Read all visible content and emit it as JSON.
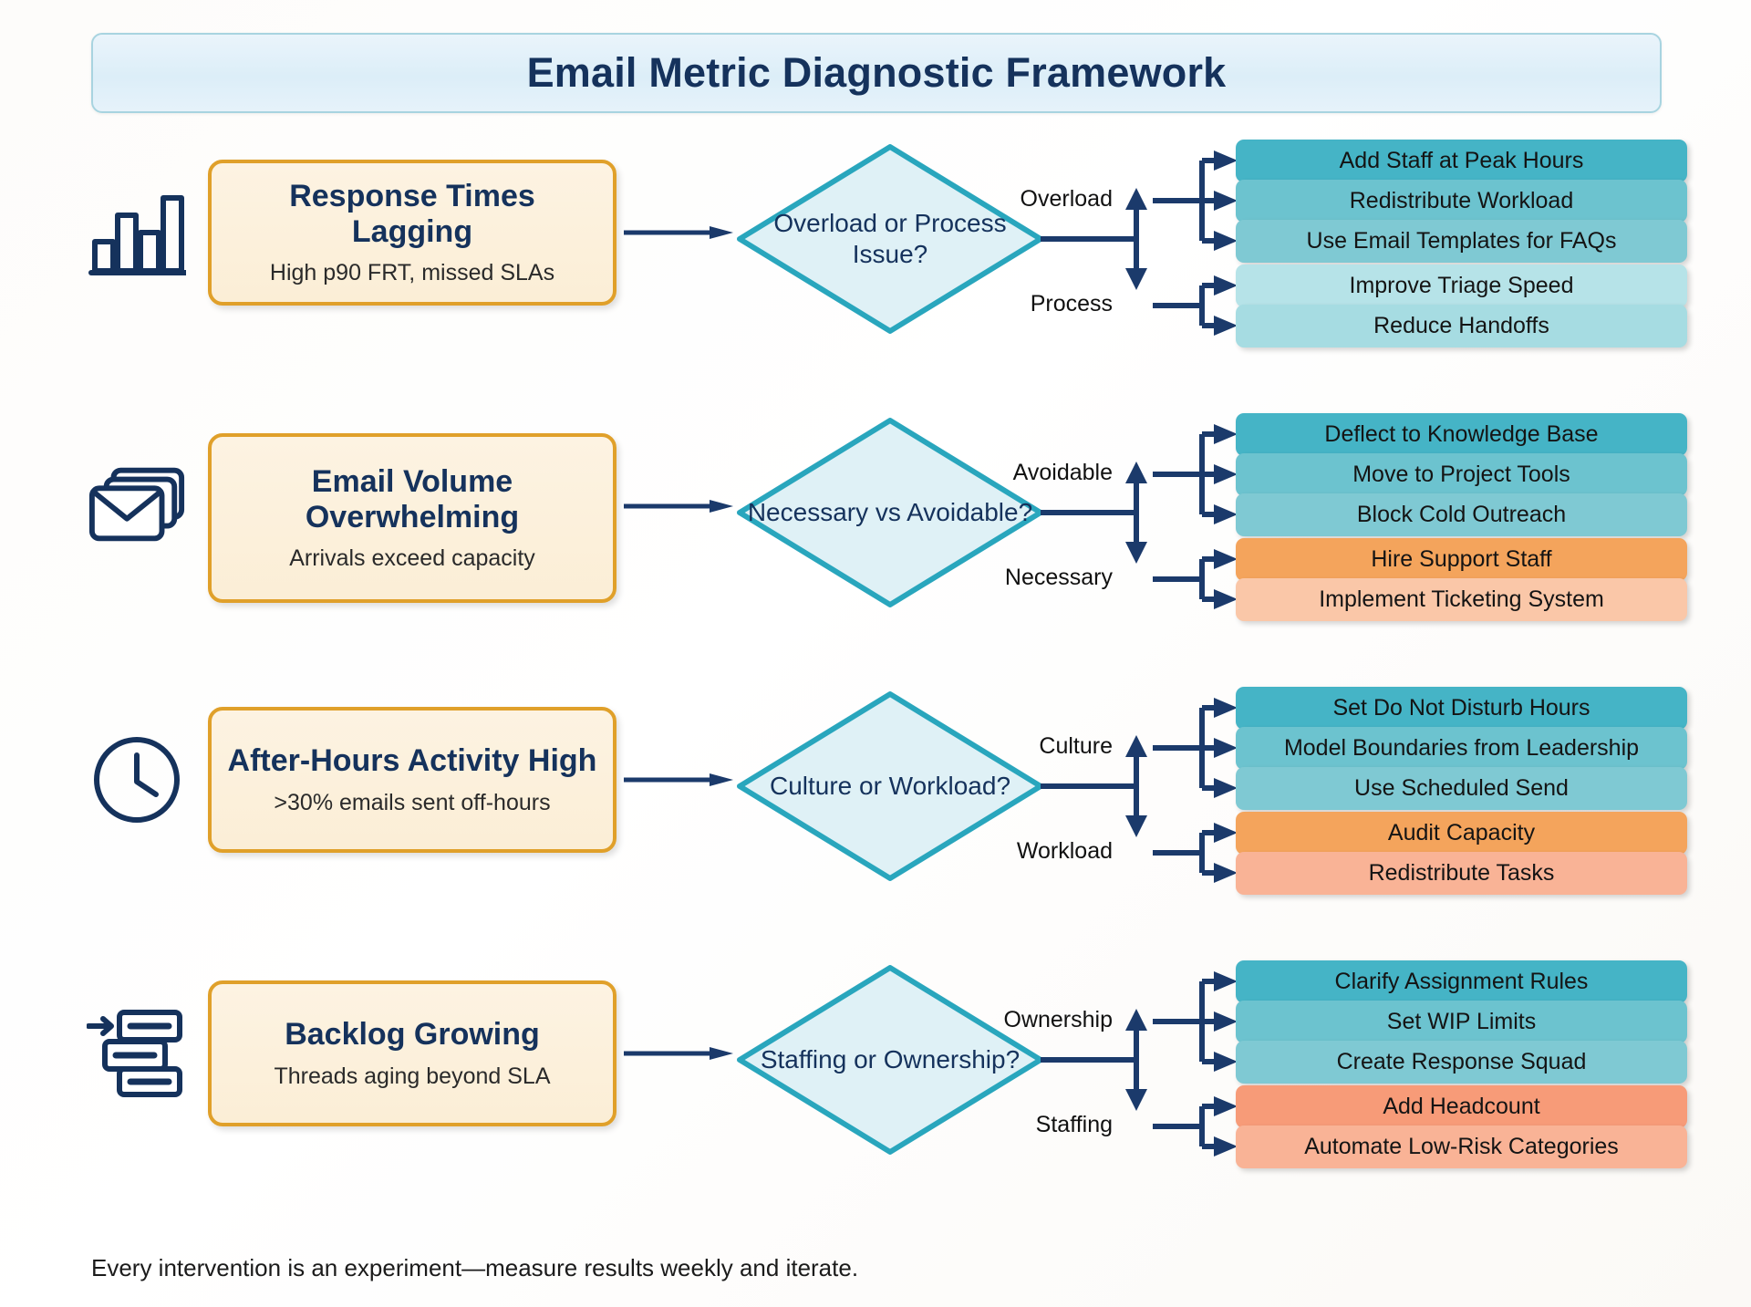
{
  "title": "Email Metric Diagnostic Framework",
  "footer": "Every intervention is an experiment—measure results weekly and iterate.",
  "colors": {
    "title_text": "#15325c",
    "title_banner_bg": "#e6f2fa",
    "title_banner_border": "#a8d4e0",
    "card_border": "#e0a02a",
    "card_bg": "#fbeed6",
    "card_title_text": "#15325c",
    "diamond_fill": "#dff1f6",
    "diamond_stroke": "#29a6bd",
    "arrow": "#1b3a6b",
    "teal_dark": "#45b4c6",
    "teal_mid": "#6cc3cf",
    "teal_light": "#a6dce2",
    "teal_lighter": "#b6e3e8",
    "orange": "#f4a45c",
    "orange_light": "#fac7a8",
    "salmon": "#f79b78",
    "salmon_light": "#f9b396"
  },
  "rows": [
    {
      "icon": "bar-chart-icon",
      "problem": {
        "title": "Response Times Lagging",
        "subtitle": "High p90 FRT, missed SLAs"
      },
      "decision": "Overload or Process Issue?",
      "branches": [
        {
          "label": "Overload",
          "actions": [
            {
              "text": "Add Staff at Peak Hours",
              "color": "#45b4c6"
            },
            {
              "text": "Redistribute Workload",
              "color": "#6cc3cf"
            },
            {
              "text": "Use Email Templates for FAQs",
              "color": "#7fc9d3"
            }
          ]
        },
        {
          "label": "Process",
          "actions": [
            {
              "text": "Improve Triage Speed",
              "color": "#b6e3e8"
            },
            {
              "text": "Reduce Handoffs",
              "color": "#a6dce2"
            }
          ]
        }
      ]
    },
    {
      "icon": "envelope-stack-icon",
      "problem": {
        "title": "Email Volume Overwhelming",
        "subtitle": "Arrivals exceed capacity"
      },
      "decision": "Necessary vs Avoidable?",
      "branches": [
        {
          "label": "Avoidable",
          "actions": [
            {
              "text": "Deflect to Knowledge Base",
              "color": "#45b4c6"
            },
            {
              "text": "Move to Project Tools",
              "color": "#6cc3cf"
            },
            {
              "text": "Block Cold Outreach",
              "color": "#7fc9d3"
            }
          ]
        },
        {
          "label": "Necessary",
          "actions": [
            {
              "text": "Hire Support Staff",
              "color": "#f4a45c"
            },
            {
              "text": "Implement Ticketing System",
              "color": "#fac7a8"
            }
          ]
        }
      ]
    },
    {
      "icon": "clock-icon",
      "problem": {
        "title": "After-Hours Activity High",
        "subtitle": ">30% emails sent off-hours"
      },
      "decision": "Culture or Workload?",
      "branches": [
        {
          "label": "Culture",
          "actions": [
            {
              "text": "Set Do Not Disturb Hours",
              "color": "#45b4c6"
            },
            {
              "text": "Model Boundaries from Leadership",
              "color": "#6cc3cf"
            },
            {
              "text": "Use Scheduled Send",
              "color": "#7fc9d3"
            }
          ]
        },
        {
          "label": "Workload",
          "actions": [
            {
              "text": "Audit Capacity",
              "color": "#f4a45c"
            },
            {
              "text": "Redistribute Tasks",
              "color": "#f9b396"
            }
          ]
        }
      ]
    },
    {
      "icon": "backlog-stack-icon",
      "problem": {
        "title": "Backlog Growing",
        "subtitle": "Threads aging beyond SLA"
      },
      "decision": "Staffing or Ownership?",
      "branches": [
        {
          "label": "Ownership",
          "actions": [
            {
              "text": "Clarify Assignment Rules",
              "color": "#45b4c6"
            },
            {
              "text": "Set WIP Limits",
              "color": "#6cc3cf"
            },
            {
              "text": "Create Response Squad",
              "color": "#7fc9d3"
            }
          ]
        },
        {
          "label": "Staffing",
          "actions": [
            {
              "text": "Add Headcount",
              "color": "#f79b78"
            },
            {
              "text": "Automate Low-Risk Categories",
              "color": "#f9b396"
            }
          ]
        }
      ]
    }
  ]
}
